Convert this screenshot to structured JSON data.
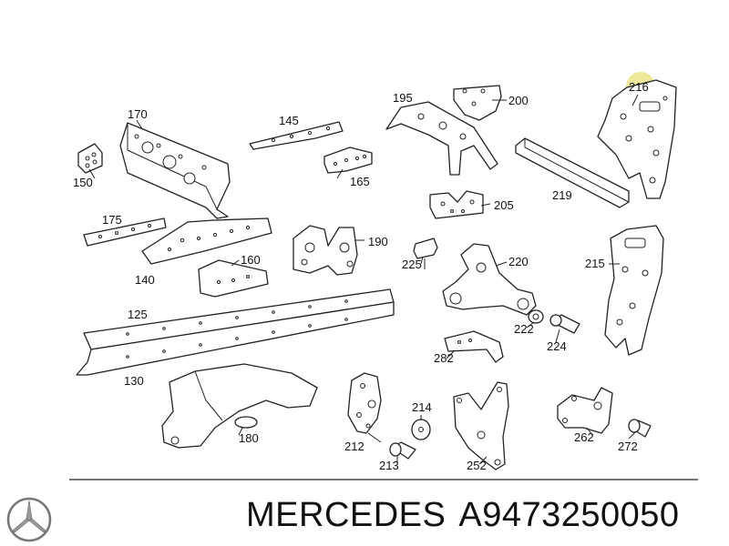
{
  "callouts": [
    {
      "id": "p170",
      "label": "170"
    },
    {
      "id": "p145",
      "label": "145"
    },
    {
      "id": "p195",
      "label": "195"
    },
    {
      "id": "p200",
      "label": "200"
    },
    {
      "id": "p216",
      "label": "216"
    },
    {
      "id": "p150",
      "label": "150"
    },
    {
      "id": "p165",
      "label": "165"
    },
    {
      "id": "p205",
      "label": "205"
    },
    {
      "id": "p219",
      "label": "219"
    },
    {
      "id": "p175",
      "label": "175"
    },
    {
      "id": "p190",
      "label": "190"
    },
    {
      "id": "p140",
      "label": "140"
    },
    {
      "id": "p160",
      "label": "160"
    },
    {
      "id": "p225",
      "label": "225"
    },
    {
      "id": "p220",
      "label": "220"
    },
    {
      "id": "p215",
      "label": "215"
    },
    {
      "id": "p125",
      "label": "125"
    },
    {
      "id": "p222",
      "label": "222"
    },
    {
      "id": "p224",
      "label": "224"
    },
    {
      "id": "p282",
      "label": "282"
    },
    {
      "id": "p130",
      "label": "130"
    },
    {
      "id": "p214",
      "label": "214"
    },
    {
      "id": "p180",
      "label": "180"
    },
    {
      "id": "p212",
      "label": "212"
    },
    {
      "id": "p262",
      "label": "262"
    },
    {
      "id": "p272",
      "label": "272"
    },
    {
      "id": "p213",
      "label": "213"
    },
    {
      "id": "p252",
      "label": "252"
    }
  ],
  "highlight": {
    "label": "216",
    "color": "#ece48a"
  },
  "footer": {
    "brand": "MERCEDES",
    "part_number": "A9473250050"
  },
  "logo_icon": "mercedes-star-icon"
}
